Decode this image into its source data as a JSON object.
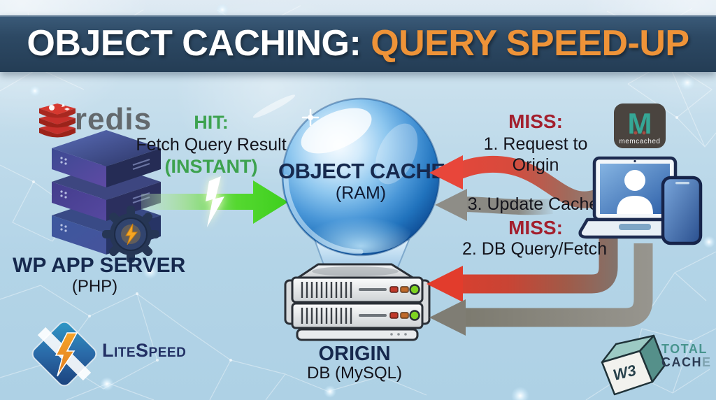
{
  "header": {
    "title_main": "OBJECT CACHING: ",
    "title_accent": "QUERY SPEED-UP"
  },
  "left": {
    "redis_label": "redis",
    "server_title": "WP APP SERVER",
    "server_subtitle": "(PHP)"
  },
  "hit": {
    "label": "HIT:",
    "line1": "Fetch Query Result",
    "line2": "(INSTANT)"
  },
  "cache_ball": {
    "title": "OBJECT CACHE",
    "subtitle": "(RAM)"
  },
  "origin": {
    "title": "ORIGIN",
    "subtitle": "DB (MySQL)"
  },
  "miss_top": {
    "label": "MISS:",
    "line1": "1. Request to",
    "line2": "Origin"
  },
  "update": {
    "label": "3. Update Cache"
  },
  "miss_bottom": {
    "label": "MISS:",
    "line1": "2. DB Query/Fetch"
  },
  "memcached": {
    "monogram": "M",
    "label": "memcached"
  },
  "litespeed": {
    "label": "LiteSpeed"
  },
  "w3": {
    "cube_label": "W3",
    "line1": "TOTAL",
    "line2_main": "CACH",
    "line2_accent": "E"
  },
  "colors": {
    "banner_bg": "#2d4964",
    "title_accent": "#ee9338",
    "hit_green": "#3da24f",
    "miss_red": "#a31f2d",
    "arrow_green": "#46d62a",
    "arrow_red": "#e23c2c",
    "arrow_gray": "#8d8b84",
    "heading_navy": "#16294e",
    "background_blue": "#b7d7e9"
  }
}
